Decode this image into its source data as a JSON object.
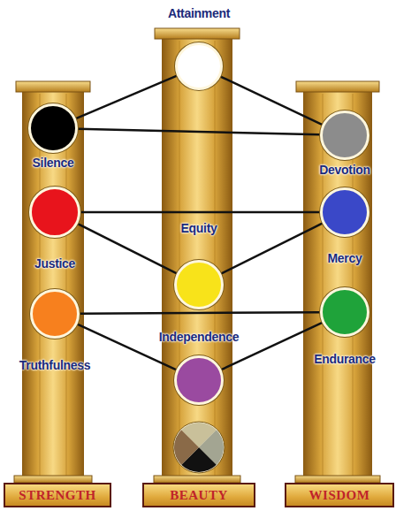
{
  "diagram": {
    "nodes": [
      {
        "text": [
          "Attainment"
        ]
      },
      {
        "text": [
          "Silence"
        ]
      },
      {
        "text": [
          "Devotion"
        ]
      },
      {
        "text": [
          "Justice"
        ]
      },
      {
        "text": [
          "Equity"
        ]
      },
      {
        "text": [
          "Mercy"
        ]
      },
      {
        "text": [
          "Truthfulness"
        ]
      },
      {
        "text": [
          "Independence"
        ]
      },
      {
        "text": [
          "Endurance"
        ]
      },
      {
        "text": [
          "STRENGTH"
        ]
      },
      {
        "text": [
          "BEAUTY"
        ]
      },
      {
        "text": [
          "WISDOM"
        ]
      }
    ],
    "edges": [
      {
        "from": 1,
        "to": 0,
        "arrow": "none"
      },
      {
        "from": 0,
        "to": 2,
        "arrow": "none"
      },
      {
        "from": 1,
        "to": 2,
        "arrow": "none"
      },
      {
        "from": 3,
        "to": 5,
        "arrow": "none"
      },
      {
        "from": 3,
        "to": 4,
        "arrow": "none"
      },
      {
        "from": 5,
        "to": 4,
        "arrow": "none"
      },
      {
        "from": 6,
        "to": 8,
        "arrow": "none"
      },
      {
        "from": 6,
        "to": 7,
        "arrow": "none"
      },
      {
        "from": 8,
        "to": 7,
        "arrow": "none"
      }
    ]
  }
}
